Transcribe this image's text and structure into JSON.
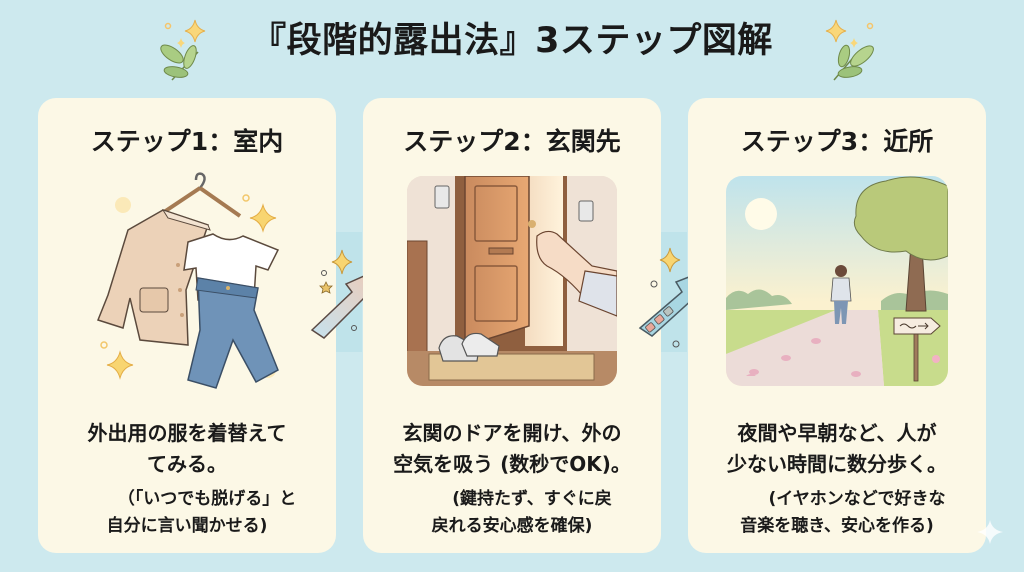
{
  "title": "『段階的露出法』3ステップ図解",
  "colors": {
    "background": "#cde9ee",
    "card": "#fcf8e6",
    "text": "#1a1a1a",
    "sparkle": "#f5cf6a",
    "leaf": "#9cc27a"
  },
  "steps": [
    {
      "heading": "ステップ1：室内",
      "illustration": "clothes-on-hanger-illustration",
      "main_line1": "外出用の服を着替えて",
      "main_line2": "てみる。",
      "note_line1": "（「いつでも脱げる」と",
      "note_line2": "自分に言い聞かせる)"
    },
    {
      "heading": "ステップ2：玄関先",
      "illustration": "open-front-door-illustration",
      "main_line1": "玄関のドアを開け、外の",
      "main_line2": "空気を吸う (数秒でOK)。",
      "note_line1": "(鍵持たず、すぐに戻",
      "note_line2": "戻れる安心感を確保)"
    },
    {
      "heading": "ステップ3：近所",
      "illustration": "walking-path-illustration",
      "main_line1": "夜間や早朝など、人が",
      "main_line2": "少ない時間に数分歩く。",
      "note_line1": "(イヤホンなどで好きな",
      "note_line2": "音楽を聴き、安心を作る)"
    }
  ],
  "arrows": [
    {
      "from": "step1",
      "to": "step2",
      "style": "gradient-arrow-with-sparkles"
    },
    {
      "from": "step2",
      "to": "step3",
      "style": "progress-arrow-with-sparkles"
    }
  ]
}
